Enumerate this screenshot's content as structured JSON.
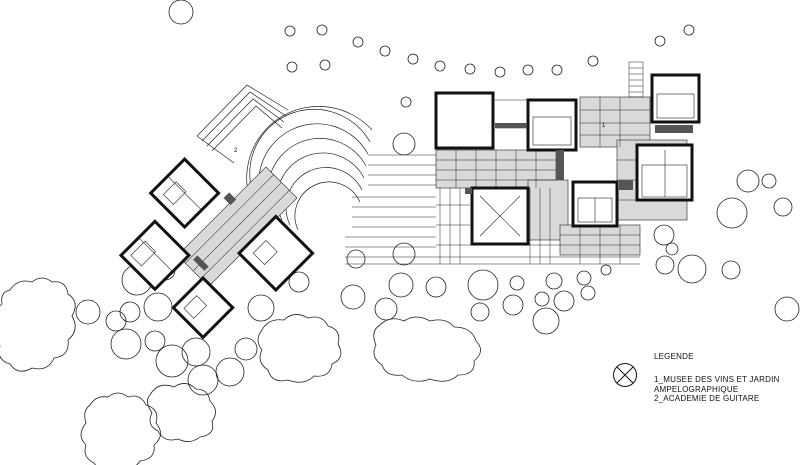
{
  "legend": {
    "title": "LEGENDE",
    "items": [
      "1_MUSEE DES VINS ET JARDIN\nAMPELOGRAPHIQUE",
      "2_ACADEMIE DE GUITARE"
    ]
  },
  "building_markers": {
    "building_1": "1",
    "building_2": "2"
  },
  "colors": {
    "line": "#111111",
    "wall": "#1a1a1a",
    "paving": "#d9d9d9",
    "background": "#ffffff"
  }
}
